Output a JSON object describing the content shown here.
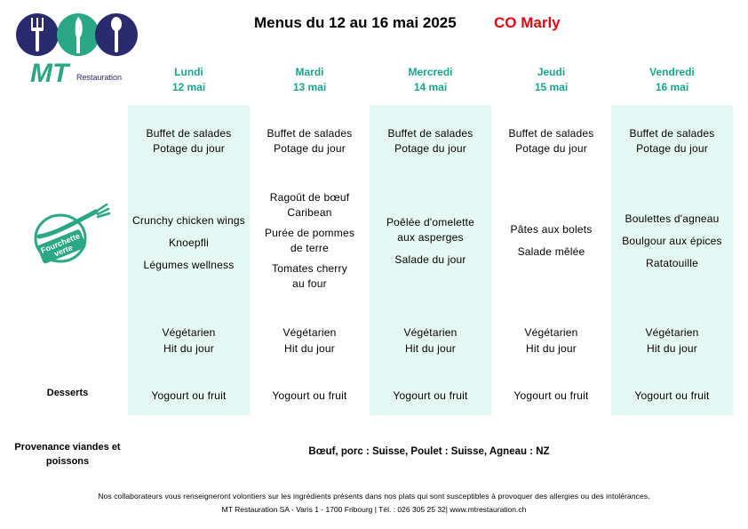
{
  "header": {
    "title": "Menus du 12 au 16 mai 2025",
    "site": "CO Marly"
  },
  "logo": {
    "brand_mark": "MT",
    "brand_word": "Restauration"
  },
  "fourchette_verte": {
    "line1": "Fourchette",
    "line2": "verte"
  },
  "days": [
    {
      "name": "Lundi",
      "date": "12 mai",
      "entree": [
        "Buffet de salades",
        "Potage du jour"
      ],
      "plat": [
        [
          "Crunchy chicken wings"
        ],
        [
          "Knoepfli"
        ],
        [
          "Légumes wellness"
        ]
      ],
      "veg": [
        "Végétarien",
        "Hit du jour"
      ],
      "dessert": "Yogourt ou fruit"
    },
    {
      "name": "Mardi",
      "date": "13 mai",
      "entree": [
        "Buffet de salades",
        "Potage du jour"
      ],
      "plat": [
        [
          "Ragoût de bœuf",
          "Caribean"
        ],
        [
          "Purée de pommes",
          "de terre"
        ],
        [
          "Tomates cherry",
          "au four"
        ]
      ],
      "veg": [
        "Végétarien",
        "Hit du jour"
      ],
      "dessert": "Yogourt ou fruit"
    },
    {
      "name": "Mercredi",
      "date": "14 mai",
      "entree": [
        "Buffet de salades",
        "Potage du jour"
      ],
      "plat": [
        [
          "Poêlée d'omelette",
          "aux asperges"
        ],
        [
          "Salade du jour"
        ]
      ],
      "veg": [
        "Végétarien",
        "Hit du jour"
      ],
      "dessert": "Yogourt ou fruit"
    },
    {
      "name": "Jeudi",
      "date": "15 mai",
      "entree": [
        "Buffet de salades",
        "Potage du jour"
      ],
      "plat": [
        [
          "Pâtes aux bolets"
        ],
        [
          "Salade mêlée"
        ]
      ],
      "veg": [
        "Végétarien",
        "Hit du jour"
      ],
      "dessert": "Yogourt ou fruit"
    },
    {
      "name": "Vendredi",
      "date": "16 mai",
      "entree": [
        "Buffet de salades",
        "Potage du jour"
      ],
      "plat": [
        [
          "Boulettes d'agneau"
        ],
        [
          "Boulgour aux épices"
        ],
        [
          "Ratatouille"
        ]
      ],
      "veg": [
        "Végétarien",
        "Hit du jour"
      ],
      "dessert": "Yogourt ou fruit"
    }
  ],
  "rows": {
    "desserts_label": "Desserts",
    "provenance_label_1": "Provenance viandes et",
    "provenance_label_2": "poissons"
  },
  "provenance": "Bœuf, porc : Suisse, Poulet : Suisse, Agneau : NZ",
  "footer": {
    "allergy_note": "Nos collaborateurs vous renseigneront volontiers sur les ingrédients présents dans nos plats qui sont susceptibles à provoquer des allergies ou des intolérances.",
    "contact": "MT Restauration SA - Varis 1 - 1700 Fribourg | Tél. : 026 305 25 32| www.mtrestauration.ch"
  },
  "colors": {
    "accent": "#1aa58a",
    "title_red": "#e30613",
    "column_bg": "#e6f8f3",
    "logo_navy": "#2a2b6e",
    "logo_green": "#2aa784"
  }
}
